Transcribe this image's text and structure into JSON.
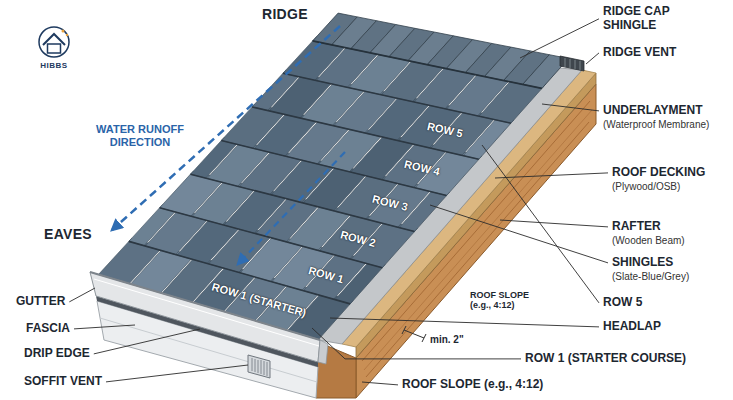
{
  "diagram": {
    "labels": [
      "HIBBS",
      "RIDGE",
      "RIDGE CAP SHINGLE",
      "RIDGE VENT",
      "WATER RUNOFF DIRECTION",
      "UNDERLAYMENT",
      "(Waterproof Membrane)",
      "ROW 5",
      "ROOF DECKING",
      "(Plywood/OSB)",
      "ROW 4",
      "RAFTER",
      "(Wooden Beam)",
      "ROW 3",
      "EAVES",
      "ROW 2",
      "SHINGLES",
      "(Slate-Blue/Grey)",
      "ROW 1",
      "GUTTER",
      "ROW 5",
      "ROW 1 (STARTER)",
      "ROOF SLOPE (e.g., 4:12)",
      "FASCIA",
      "HEADLAP",
      "min. 2\"",
      "DRIP EDGE",
      "ROW 1 (STARTER COURSE)",
      "SOFFIT VENT",
      "ROOF SLOPE (e.g., 4:12)"
    ]
  }
}
